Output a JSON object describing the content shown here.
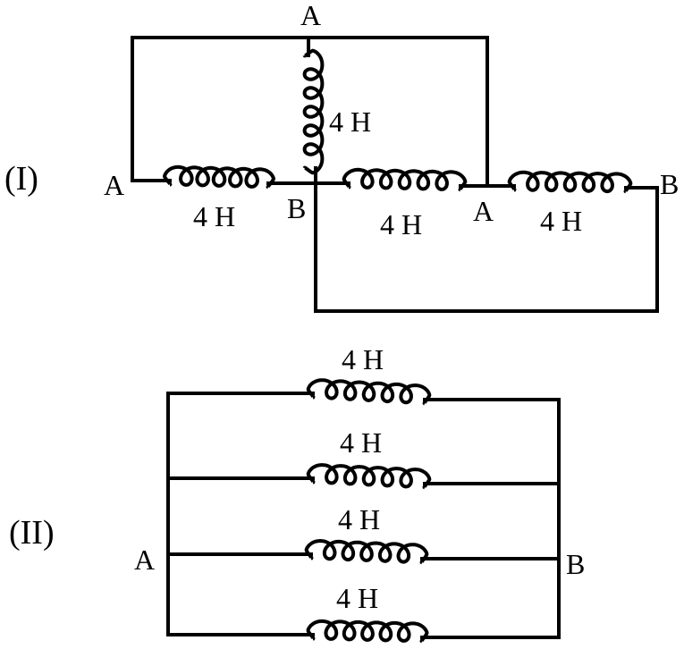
{
  "circuit_1": {
    "label": "(I)",
    "node_top": "A",
    "node_left": "A",
    "node_b_mid": "B",
    "node_a_mid": "A",
    "node_right": "B",
    "inductors": [
      "4 H",
      "4 H",
      "4 H",
      "4 H"
    ]
  },
  "circuit_2": {
    "label": "(II)",
    "node_left": "A",
    "node_right": "B",
    "inductors": [
      "4 H",
      "4 H",
      "4 H",
      "4 H"
    ]
  }
}
